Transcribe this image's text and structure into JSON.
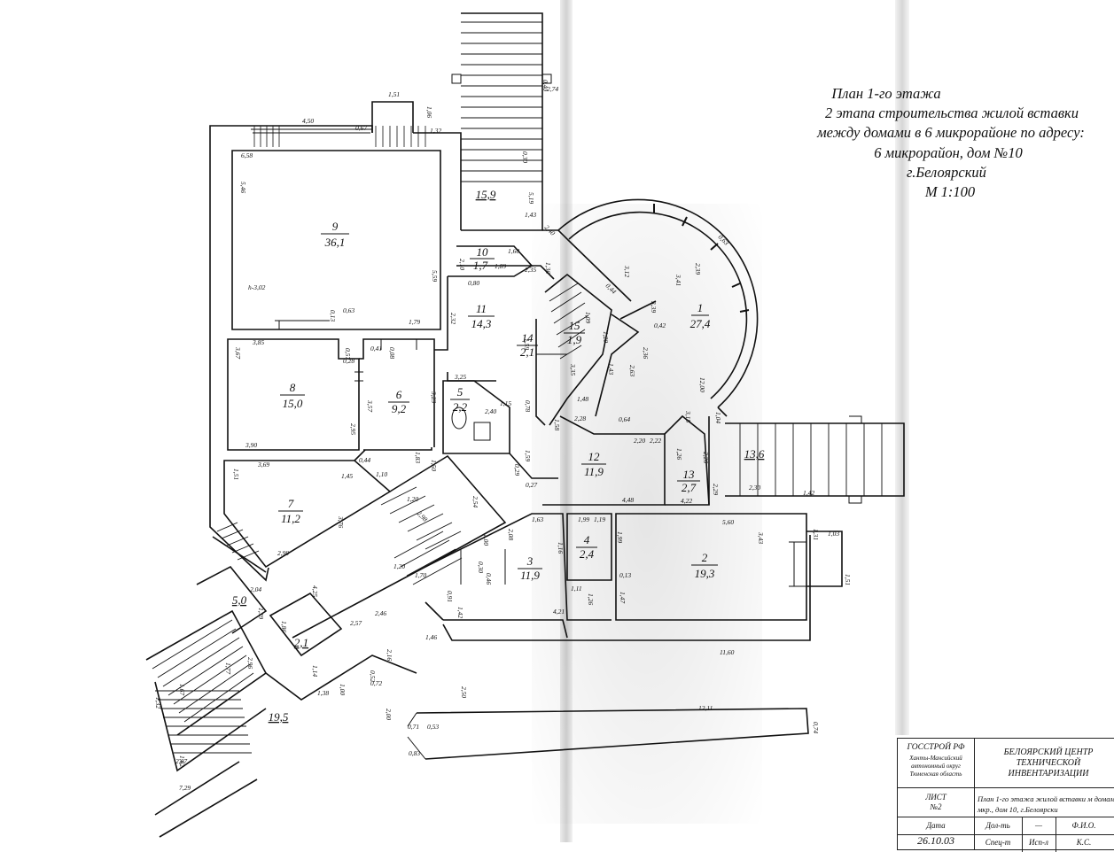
{
  "title": {
    "lines": [
      "План 1-го этажа",
      "2 этапа строительства жилой вставки",
      "между домами в 6 микрорайоне по адресу:",
      "6 микрорайон, дом №10",
      "г.Белоярский",
      "М 1:100"
    ]
  },
  "rooms": [
    {
      "num": "1",
      "area": "27,4"
    },
    {
      "num": "2",
      "area": "19,3"
    },
    {
      "num": "3",
      "area": "11,9"
    },
    {
      "num": "4",
      "area": "2,4"
    },
    {
      "num": "5",
      "area": "2,2"
    },
    {
      "num": "6",
      "area": "9,2"
    },
    {
      "num": "7",
      "area": "11,2"
    },
    {
      "num": "8",
      "area": "15,0"
    },
    {
      "num": "9",
      "area": "36,1"
    },
    {
      "num": "10",
      "area": "1,7"
    },
    {
      "num": "11",
      "area": "14,3"
    },
    {
      "num": "12",
      "area": "11,9"
    },
    {
      "num": "13",
      "area": "2,7"
    },
    {
      "num": "14",
      "area": "2,1"
    },
    {
      "num": "15",
      "area": "1,9"
    }
  ],
  "extra_areas": [
    "15,9",
    "13,6",
    "5,0",
    "2,1",
    "19,5"
  ],
  "height_note": "h-3,02",
  "dimensions": [
    "4,50",
    "0,67",
    "1,32",
    "1,51",
    "1,06",
    "6,58",
    "5,46",
    "5,59",
    "0,13",
    "0,63",
    "1,79",
    "0,08",
    "0,41",
    "0,57",
    "0,28",
    "3,67",
    "3,85",
    "3,57",
    "2,95",
    "3,90",
    "3,23",
    "1,83",
    "0,44",
    "1,10",
    "1,45",
    "1,51",
    "3,69",
    "3,76",
    "2,99",
    "2,04",
    "1,39",
    "1,86",
    "1,14",
    "2,57",
    "2,46",
    "4,25",
    "1,20",
    "2,98",
    "1,50",
    "2,54",
    "1,00",
    "1,20",
    "1,70",
    "0,30",
    "0,46",
    "0,91",
    "1,42",
    "2,08",
    "1,63",
    "1,99",
    "1,19",
    "1,16",
    "1,11",
    "1,26",
    "4,21",
    "1,99",
    "0,13",
    "1,47",
    "5,60",
    "3,43",
    "1,31",
    "1,03",
    "1,51",
    "11,60",
    "1,46",
    "2,16",
    "0,52",
    "0,72",
    "1,00",
    "1,38",
    "2,96",
    "1,77",
    "1,67",
    "1,32",
    "1,62",
    "2,07",
    "7,29",
    "2,00",
    "2,50",
    "0,71",
    "0,53",
    "0,83",
    "12,11",
    "0,74",
    "2,10",
    "0,80",
    "1,89",
    "1,60",
    "2,35",
    "1,36",
    "2,32",
    "3,25",
    "0,78",
    "1,15",
    "2,40",
    "1,59",
    "0,29",
    "0,27",
    "1,58",
    "2,28",
    "1,48",
    "1,43",
    "2,63",
    "2,36",
    "0,42",
    "3,39",
    "0,44",
    "3,12",
    "3,41",
    "2,39",
    "0,63",
    "12,00",
    "3,15",
    "1,04",
    "0,64",
    "2,22",
    "1,26",
    "2,20",
    "2,26",
    "2,29",
    "2,30",
    "1,42",
    "4,48",
    "4,22",
    "1,09",
    "1,20",
    "1,59",
    "3,35",
    "2,74",
    "0,40",
    "0,30",
    "5,19",
    "1,43",
    "2,40",
    "0,63"
  ],
  "stamp": {
    "org_left_1": "ГОССТРОЙ РФ",
    "org_left_2": "Ханты-Мансийский автономный округ Тюменская область",
    "org_right": "БЕЛОЯРСКИЙ ЦЕНТР ТЕХНИЧЕСКОЙ ИНВЕНТАРИЗАЦИИ",
    "sheet_label": "ЛИСТ",
    "sheet_num": "№2",
    "desc": "План 1-го этажа жилой вставки м домами, 6 мкр., дом 10, г.Белоярски",
    "date_label": "Дата",
    "pos_label": "Дол-ть",
    "dash": "—",
    "fio_label": "Ф.И.О.",
    "date_value": "26.10.03",
    "spec": "Спец-т",
    "col2": "Исп-л",
    "col3": "К.С."
  },
  "colors": {
    "ink": "#111111",
    "paper": "#ffffff",
    "scan_gray": "#9a9a9a"
  }
}
